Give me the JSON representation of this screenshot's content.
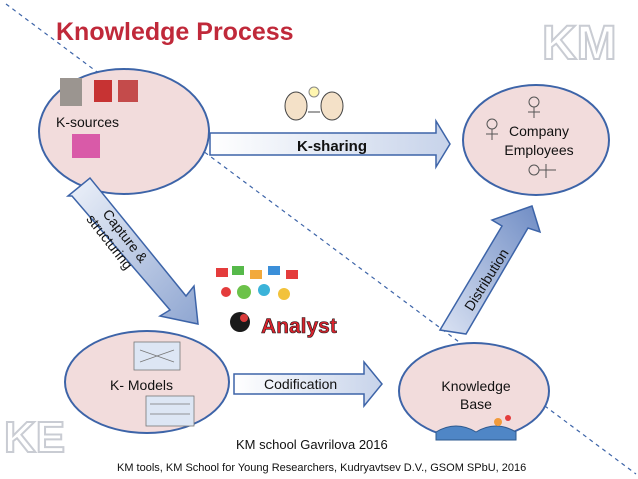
{
  "title": "Knowledge Process",
  "corner_logo_top": "KM",
  "corner_logo_bottom": "KE",
  "nodes": {
    "k_sources": "K-sources",
    "company_employees_line1": "Company",
    "company_employees_line2": "Employees",
    "k_models": "K- Models",
    "knowledge_base_line1": "Knowledge",
    "knowledge_base_line2": "Base"
  },
  "arrows": {
    "k_sharing": "K-sharing",
    "capture_line1": "Capture &",
    "capture_line2": "structuring",
    "distribution": "Distribution",
    "codification": "Codification"
  },
  "analyst_label": "Analyst",
  "school_caption": "KM school Gavrilova 2016",
  "footer": "KM tools, KM School for Young Researchers, Kudryavtsev D.V., GSOM SPbU, 2016",
  "colors": {
    "title": "#c0293a",
    "ellipse_fill": "#f2dcdc",
    "ellipse_border": "#3d64a8",
    "arrow_fill_light": "#e9eef8",
    "arrow_fill_dark": "#8fa6d1",
    "arrow_border": "#3d64a8",
    "analyst_red": "#d9232d"
  }
}
